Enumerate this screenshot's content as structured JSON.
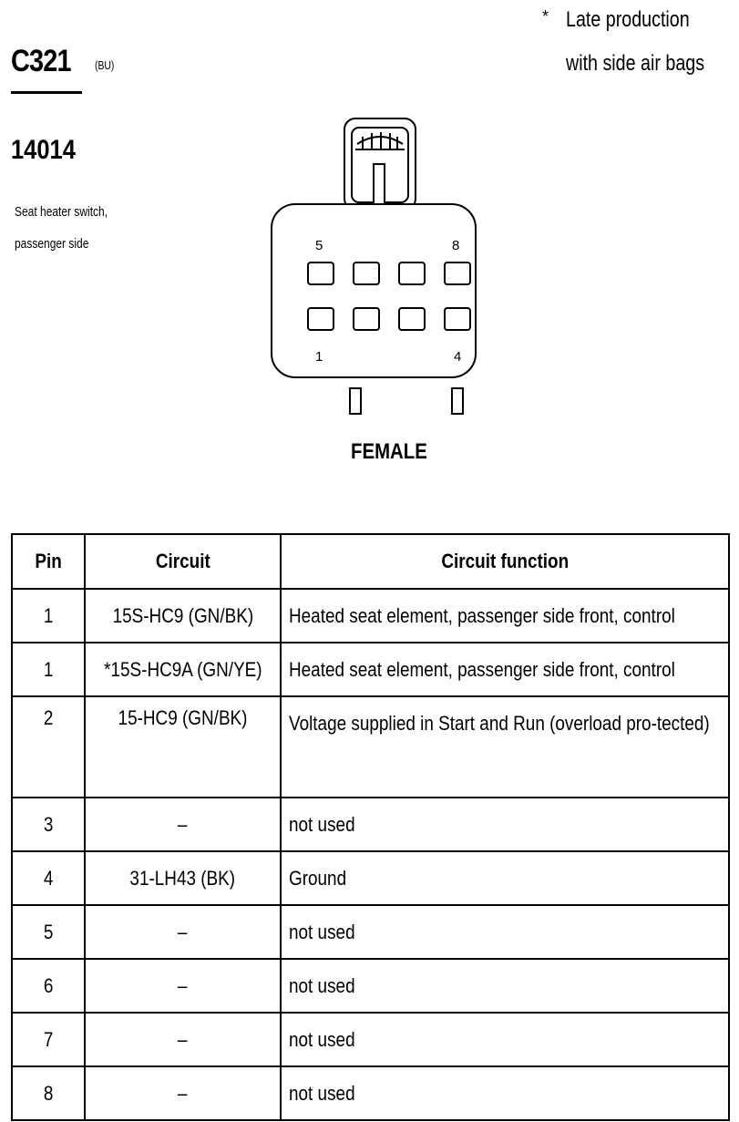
{
  "connector": {
    "id": "C321",
    "color": "(BU)",
    "part_number": "14014",
    "description_line1": "Seat heater switch,",
    "description_line2": "passenger side"
  },
  "note": {
    "marker": "*",
    "line1": "Late production",
    "line2": "with side air bags"
  },
  "diagram": {
    "pin_label_top_left": "5",
    "pin_label_top_right": "8",
    "pin_label_bottom_left": "1",
    "pin_label_bottom_right": "4",
    "gender": "FEMALE"
  },
  "table": {
    "headers": [
      "Pin",
      "Circuit",
      "Circuit function"
    ],
    "rows": [
      {
        "pin": "1",
        "circuit": "15S-HC9 (GN/BK)",
        "function": "Heated seat element, passenger side front, control"
      },
      {
        "pin": "1",
        "circuit": "*15S-HC9A (GN/YE)",
        "function": "Heated seat element, passenger side front, control"
      },
      {
        "pin": "2",
        "circuit": "15-HC9 (GN/BK)",
        "function": "Voltage supplied in Start and Run (overload pro-tected)"
      },
      {
        "pin": "3",
        "circuit": "–",
        "function": "not used"
      },
      {
        "pin": "4",
        "circuit": "31-LH43 (BK)",
        "function": "Ground"
      },
      {
        "pin": "5",
        "circuit": "–",
        "function": "not used"
      },
      {
        "pin": "6",
        "circuit": "–",
        "function": "not used"
      },
      {
        "pin": "7",
        "circuit": "–",
        "function": "not used"
      },
      {
        "pin": "8",
        "circuit": "–",
        "function": "not used"
      }
    ]
  }
}
